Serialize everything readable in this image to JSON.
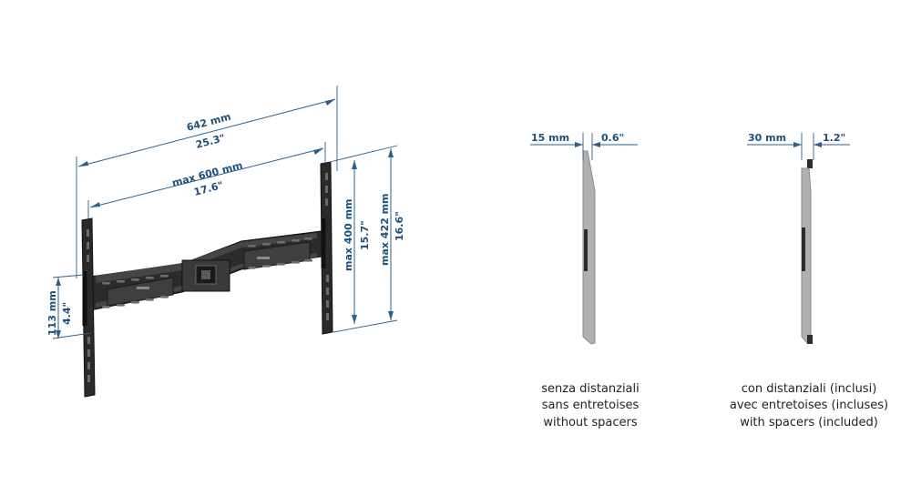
{
  "dimensions": {
    "overall_width_mm": "642 mm",
    "overall_width_in": "25.3\"",
    "vesa_width_mm": "max 600 mm",
    "vesa_width_in": "17.6\"",
    "vesa_height_mm": "max 400 mm",
    "vesa_height_in": "15.7\"",
    "overall_height_mm": "max 422 mm",
    "overall_height_in": "16.6\"",
    "plate_height_mm": "113 mm",
    "plate_height_in": "4.4\"",
    "depth_no_spacer_mm": "15 mm",
    "depth_no_spacer_in": "0.6\"",
    "depth_spacer_mm": "30 mm",
    "depth_spacer_in": "1.2\""
  },
  "captions": {
    "without_spacers": [
      "senza distanziali",
      "sans entretoises",
      "without spacers"
    ],
    "with_spacers": [
      "con distanziali (inclusi)",
      "avec entretoises (incluses)",
      "with spacers (included)"
    ]
  },
  "colors": {
    "dimension": "#1e4f7c",
    "bracket": "#2b2b2b"
  }
}
